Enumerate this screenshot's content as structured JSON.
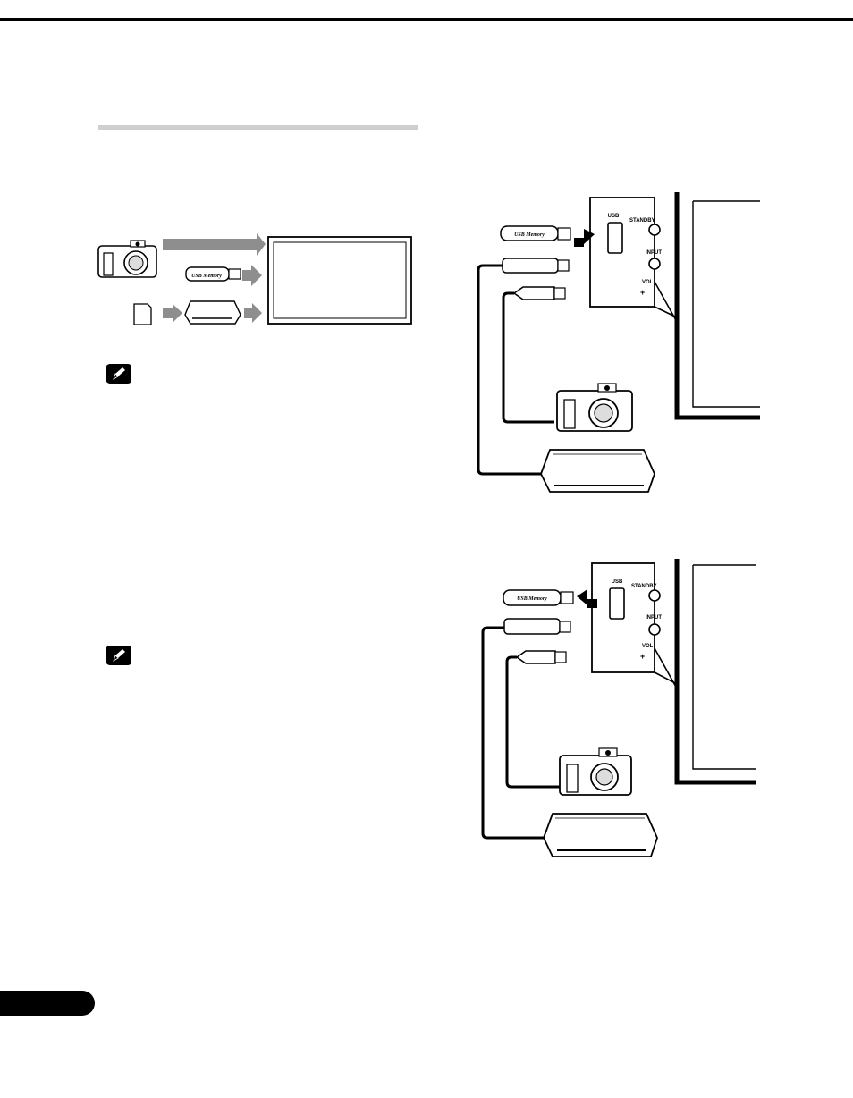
{
  "overview": {
    "memory_label": "USB Memory"
  },
  "connect_diagram": {
    "memory_label": "USB Memory",
    "usb_port_label": "USB",
    "standby_label": "STANDBY",
    "input_label": "INPUT",
    "volume_label": "VOL",
    "plus_label": "+"
  },
  "disconnect_diagram": {
    "memory_label": "USB Memory",
    "usb_port_label": "USB",
    "standby_label": "STANDBY",
    "input_label": "INPUT",
    "volume_label": "VOL",
    "plus_label": "+"
  }
}
